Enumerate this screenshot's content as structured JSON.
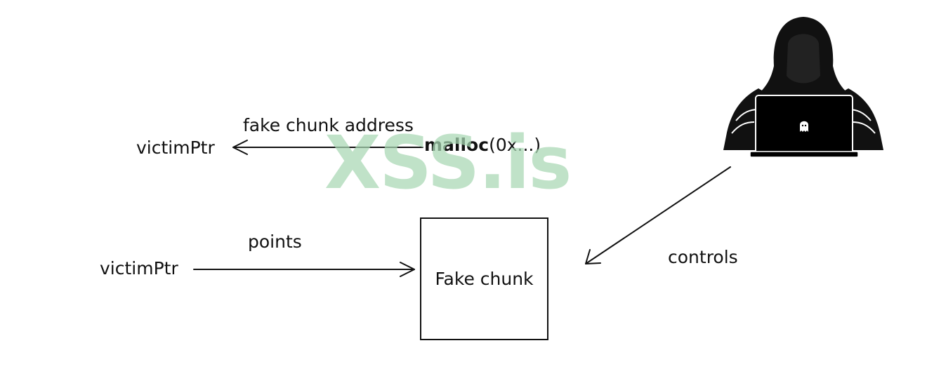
{
  "labels": {
    "victim_ptr_top": "victimPtr",
    "fake_chunk_address": "fake chunk address",
    "malloc_fn": "malloc",
    "malloc_args": "(0x...)",
    "victim_ptr_bottom": "victimPtr",
    "points": "points",
    "fake_chunk": "Fake chunk",
    "controls": "controls"
  },
  "watermark": "XSS.is",
  "icons": {
    "attacker": "hooded-hacker-with-laptop-icon",
    "laptop_logo": "ghost-icon"
  },
  "colors": {
    "line": "#111111",
    "watermark": "#a8d8b3"
  }
}
